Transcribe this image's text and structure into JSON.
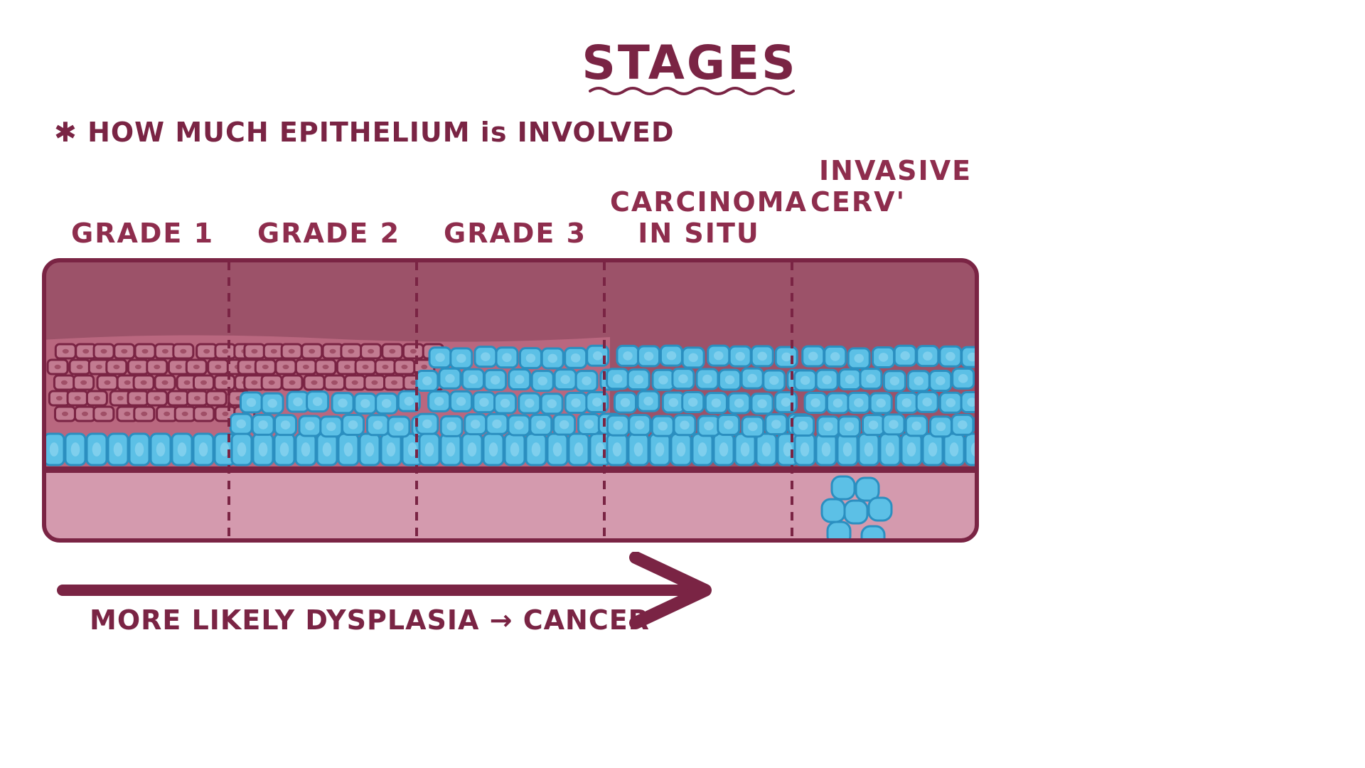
{
  "title": "STAGES",
  "note": "✱ HOW MUCH EPITHELIUM is INVOLVED",
  "stages": [
    {
      "label_line1": "GRADE 1",
      "label_line2": ""
    },
    {
      "label_line1": "GRADE 2",
      "label_line2": ""
    },
    {
      "label_line1": "GRADE 3",
      "label_line2": ""
    },
    {
      "label_line1": "CARCINOMA",
      "label_line2": "IN SITU"
    },
    {
      "label_line1": "INVASIVE",
      "label_line2": "CERV'"
    }
  ],
  "arrow_caption": "MORE LIKELY DYSPLASIA → CANCER",
  "colors": {
    "ink": "#7a2444",
    "label": "#8e2d4d",
    "top_region": "#9c5269",
    "bottom_region": "#d49aae",
    "normal_cell": "#b9677f",
    "abnormal_cell": "#5cc0e6",
    "abnormal_cell_dark": "#2b8fc0"
  },
  "abnormal_fraction_by_stage": [
    0.33,
    0.66,
    0.9,
    1.0,
    1.0
  ]
}
